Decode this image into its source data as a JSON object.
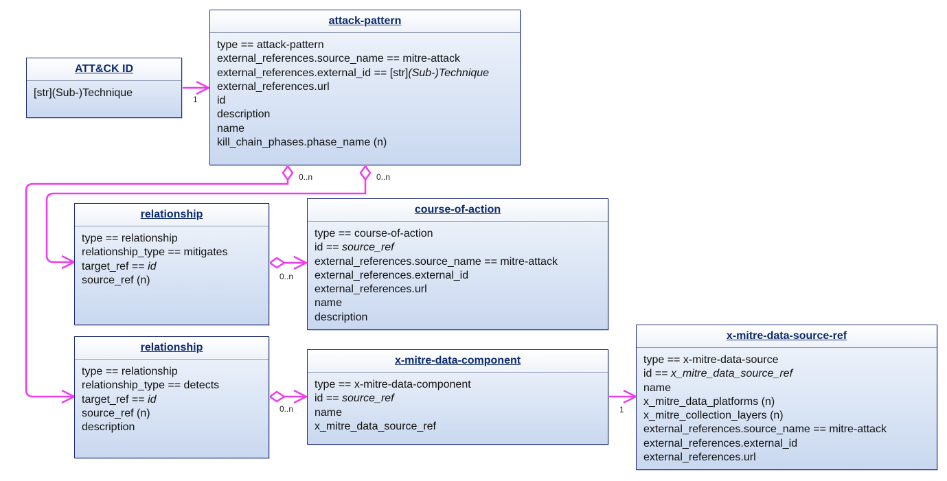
{
  "boxes": {
    "attack_id": {
      "title": "ATT&CK ID",
      "attrs": [
        {
          "text": "[str](Sub-)Technique"
        }
      ]
    },
    "attack_pattern": {
      "title": "attack-pattern",
      "attrs": [
        {
          "text": "type == attack-pattern"
        },
        {
          "text": "external_references.source_name == mitre-attack"
        },
        {
          "text": "external_references.external_id == [str]",
          "italic": "(Sub-)Technique"
        },
        {
          "text": "external_references.url"
        },
        {
          "text": "id"
        },
        {
          "text": "description"
        },
        {
          "text": "name"
        },
        {
          "text": "kill_chain_phases.phase_name (n)"
        }
      ]
    },
    "rel_mitigates": {
      "title": "relationship",
      "attrs": [
        {
          "text": "type == relationship"
        },
        {
          "text": "relationship_type == mitigates"
        },
        {
          "text": "target_ref == ",
          "italic": "id"
        },
        {
          "text": "source_ref (n)"
        }
      ]
    },
    "course_of_action": {
      "title": "course-of-action",
      "attrs": [
        {
          "text": "type == course-of-action"
        },
        {
          "text": "id == ",
          "italic": "source_ref"
        },
        {
          "text": "external_references.source_name == mitre-attack"
        },
        {
          "text": "external_references.external_id"
        },
        {
          "text": "external_references.url"
        },
        {
          "text": "name"
        },
        {
          "text": "description"
        }
      ]
    },
    "rel_detects": {
      "title": "relationship",
      "attrs": [
        {
          "text": "type == relationship"
        },
        {
          "text": "relationship_type == detects"
        },
        {
          "text": "target_ref == ",
          "italic": "id"
        },
        {
          "text": "source_ref (n)"
        },
        {
          "text": "description"
        }
      ]
    },
    "data_component": {
      "title": "x-mitre-data-component",
      "attrs": [
        {
          "text": "type == x-mitre-data-component"
        },
        {
          "text": "id == ",
          "italic": "source_ref"
        },
        {
          "text": "name"
        },
        {
          "text": "x_mitre_data_source_ref"
        }
      ]
    },
    "data_source": {
      "title": "x-mitre-data-source-ref",
      "attrs": [
        {
          "text": "type == x-mitre-data-source"
        },
        {
          "text": "id == ",
          "italic": "x_mitre_data_source_ref"
        },
        {
          "text": "name"
        },
        {
          "text": "x_mitre_data_platforms (n)"
        },
        {
          "text": "x_mitre_collection_layers (n)"
        },
        {
          "text": "external_references.source_name == mitre-attack"
        },
        {
          "text": "external_references.external_id"
        },
        {
          "text": "external_references.url"
        }
      ]
    }
  },
  "multiplicities": {
    "attack_id_to_pattern": "1",
    "pattern_to_detects": "0..n",
    "pattern_to_mitigates": "0..n",
    "mitigates_to_course": "0..n",
    "detects_to_component": "0..n",
    "component_to_source": "1"
  },
  "colors": {
    "connector": "#ee3bee",
    "box_border": "#1f2d7a",
    "title_text": "#0d2a6b"
  }
}
